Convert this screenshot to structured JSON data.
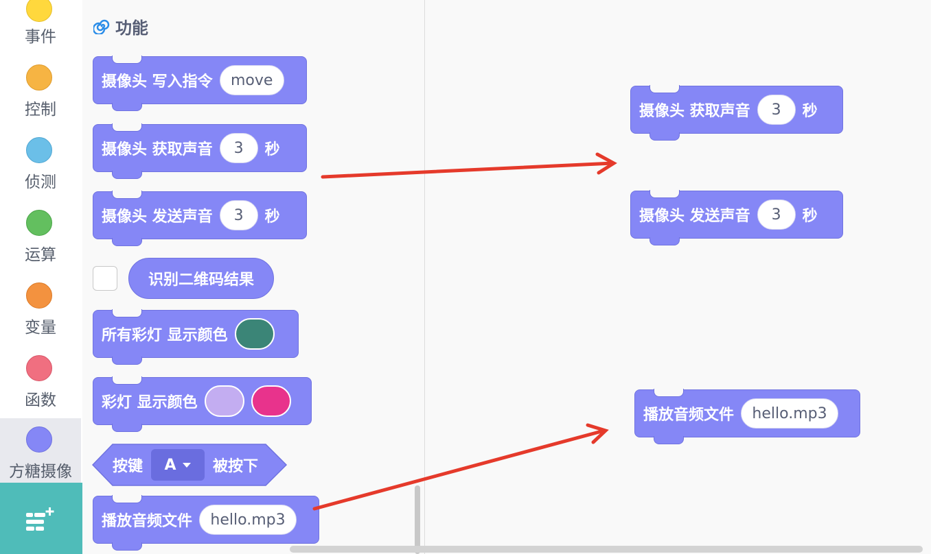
{
  "sidebar": {
    "categories": [
      {
        "label": "事件",
        "color": "#ffd83d"
      },
      {
        "label": "控制",
        "color": "#f6b443"
      },
      {
        "label": "侦测",
        "color": "#6bbfe8"
      },
      {
        "label": "运算",
        "color": "#63bf5f"
      },
      {
        "label": "变量",
        "color": "#f3923f"
      },
      {
        "label": "函数",
        "color": "#f06f80"
      },
      {
        "label": "方糖摄像",
        "color": "#8587f6"
      }
    ],
    "selected": "方糖摄像"
  },
  "flyout": {
    "title": "功能",
    "blocks": {
      "write_cmd": {
        "text": "摄像头 写入指令",
        "value": "move"
      },
      "get_sound": {
        "text": "摄像头 获取声音",
        "value": "3",
        "suffix": "秒"
      },
      "send_sound": {
        "text": "摄像头 发送声音",
        "value": "3",
        "suffix": "秒"
      },
      "qr_result": {
        "text": "识别二维码结果"
      },
      "all_leds": {
        "text": "所有彩灯 显示颜色",
        "color": "#3b8577"
      },
      "led_color": {
        "text": "彩灯 显示颜色",
        "color1": "#c3adf1",
        "color2": "#e8338c"
      },
      "button_pressed": {
        "text": "按键",
        "dropdown": "A",
        "suffix": "被按下"
      },
      "play_audio": {
        "text": "播放音频文件",
        "value": "hello.mp3"
      }
    }
  },
  "workspace": {
    "blocks": {
      "get_sound": {
        "text": "摄像头 获取声音",
        "value": "3",
        "suffix": "秒"
      },
      "send_sound": {
        "text": "摄像头 发送声音",
        "value": "3",
        "suffix": "秒"
      },
      "play_audio": {
        "text": "播放音频文件",
        "value": "hello.mp3"
      }
    }
  },
  "colors": {
    "block": "#8587f6",
    "block_border": "#6f72e0",
    "arrow": "#e53a2b",
    "extension": "#4fbcb9"
  }
}
